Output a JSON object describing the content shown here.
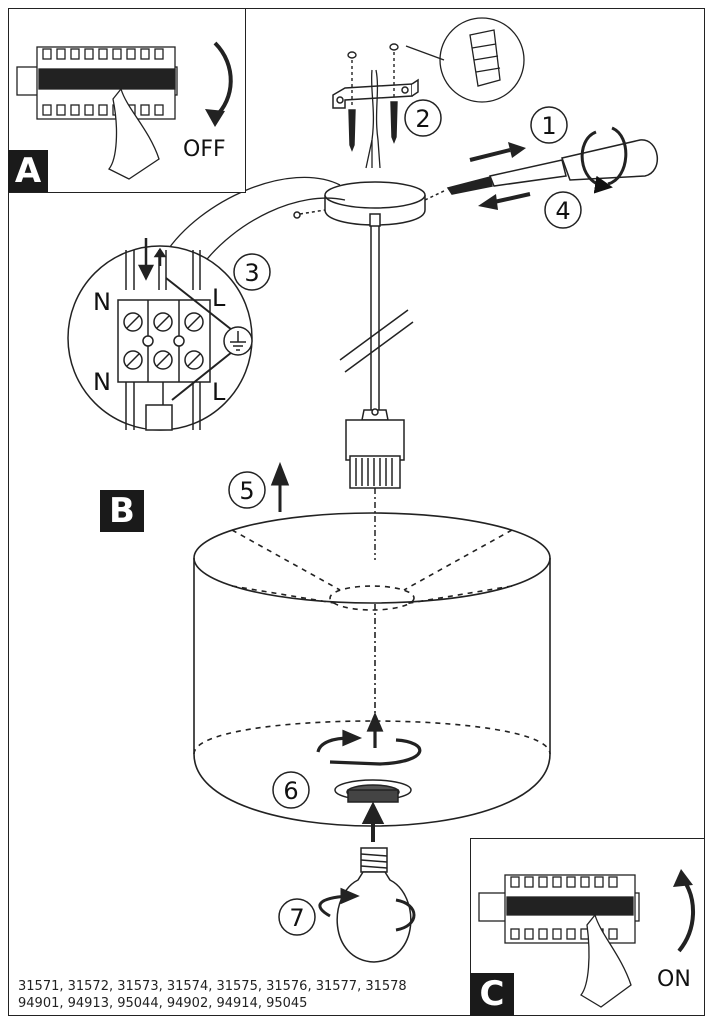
{
  "panels": {
    "a_letter": "A",
    "b_letter": "B",
    "c_letter": "C",
    "off_label": "OFF",
    "on_label": "ON"
  },
  "steps": [
    "1",
    "2",
    "3",
    "4",
    "5",
    "6",
    "7"
  ],
  "terminal": {
    "n_top": "N",
    "l_top": "L",
    "n_bottom": "N",
    "l_bottom": "L"
  },
  "product_codes": {
    "line1": "31571, 31572, 31573, 31574, 31575, 31576, 31577, 31578",
    "line2": "94901, 94913, 95044, 94902, 94914, 95045"
  }
}
